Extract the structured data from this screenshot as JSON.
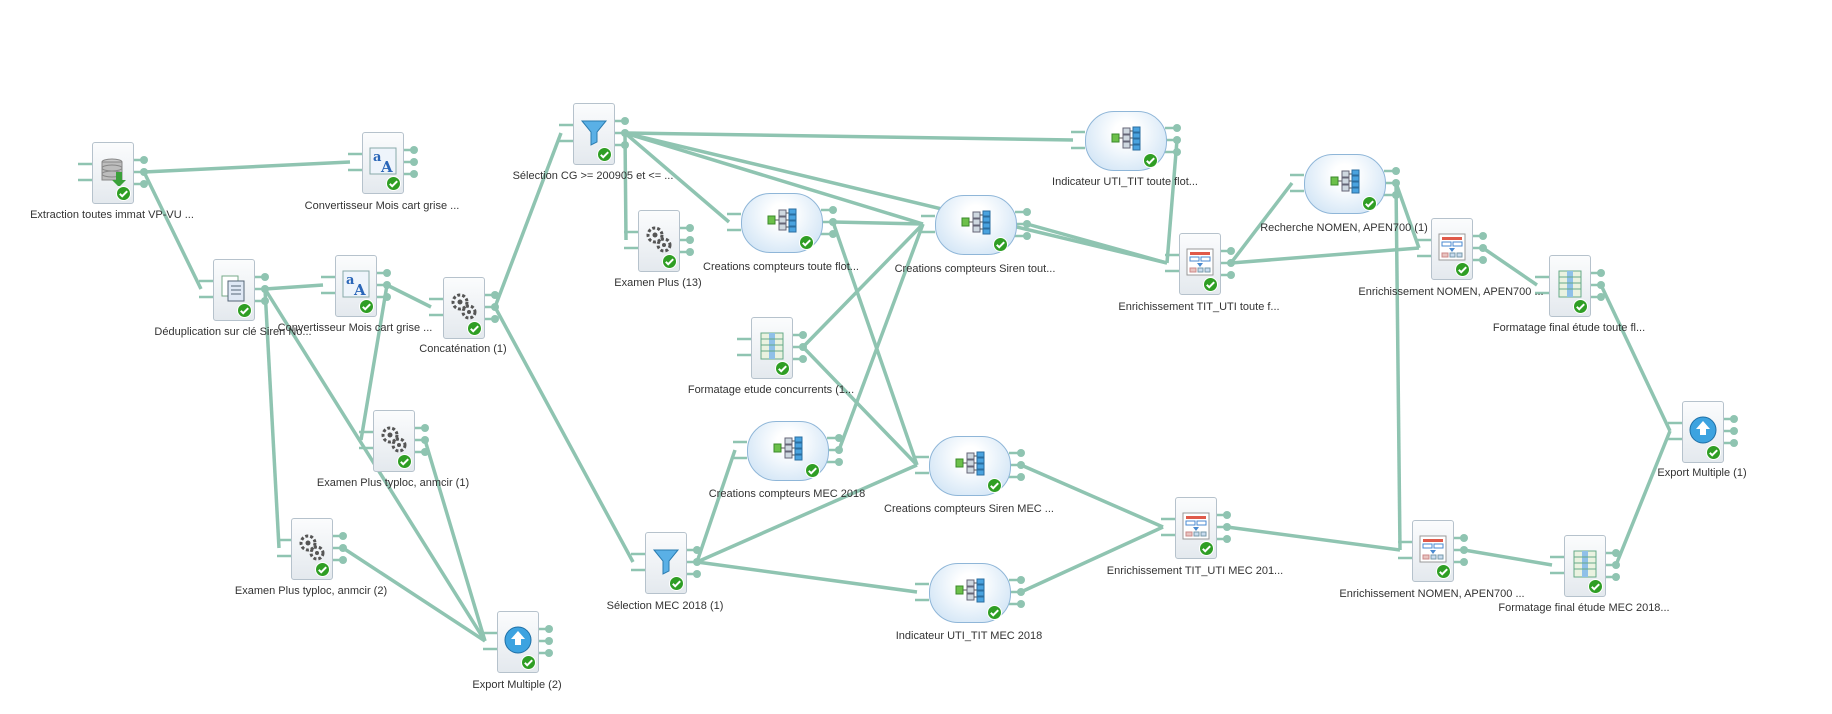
{
  "canvas": {
    "link_color": "#8fc4b1",
    "check_color": "#2f9e24"
  },
  "nodes": [
    {
      "id": "extraction",
      "label": "Extraction toutes immat VP-VU ...",
      "shape": "rect",
      "icon": "database-icon"
    },
    {
      "id": "conv1",
      "label": "Convertisseur Mois cart grise ...",
      "shape": "rect",
      "icon": "text-convert-icon"
    },
    {
      "id": "dedup",
      "label": "Déduplication sur clé Siren No...",
      "shape": "rect",
      "icon": "documents-icon"
    },
    {
      "id": "conv2",
      "label": "Convertisseur Mois cart grise ...",
      "shape": "rect",
      "icon": "text-convert-icon"
    },
    {
      "id": "concat",
      "label": "Concaténation (1)",
      "shape": "rect",
      "icon": "gears-icon"
    },
    {
      "id": "exam_typ1",
      "label": "Examen Plus typloc, anmcir (1)",
      "shape": "rect",
      "icon": "gears-icon"
    },
    {
      "id": "exam_typ2",
      "label": "Examen Plus typloc, anmcir (2)",
      "shape": "rect",
      "icon": "gears-icon"
    },
    {
      "id": "export2",
      "label": "Export Multiple (2)",
      "shape": "rect",
      "icon": "export-icon"
    },
    {
      "id": "sel_cg",
      "label": "Sélection CG >= 200905  et <= ...",
      "shape": "rect",
      "icon": "funnel-icon"
    },
    {
      "id": "exam13",
      "label": "Examen Plus (13)",
      "shape": "rect",
      "icon": "gears-icon"
    },
    {
      "id": "cc_flot",
      "label": "Creations compteurs toute flot...",
      "shape": "pill",
      "icon": "hierarchy-icon"
    },
    {
      "id": "fmt_conc",
      "label": "Formatage etude concurrents (1...",
      "shape": "rect",
      "icon": "table-icon"
    },
    {
      "id": "cc_siren_tout",
      "label": "Creations compteurs Siren tout...",
      "shape": "pill",
      "icon": "hierarchy-icon"
    },
    {
      "id": "ind_flot",
      "label": "Indicateur UTI_TIT toute flot...",
      "shape": "pill",
      "icon": "hierarchy-icon"
    },
    {
      "id": "sel_mec",
      "label": "Sélection MEC 2018 (1)",
      "shape": "rect",
      "icon": "funnel-icon"
    },
    {
      "id": "cc_mec",
      "label": "Creations compteurs MEC 2018",
      "shape": "pill",
      "icon": "hierarchy-icon"
    },
    {
      "id": "cc_siren_mec",
      "label": "Creations compteurs Siren MEC ...",
      "shape": "pill",
      "icon": "hierarchy-icon"
    },
    {
      "id": "ind_mec",
      "label": "Indicateur UTI_TIT MEC 2018",
      "shape": "pill",
      "icon": "hierarchy-icon"
    },
    {
      "id": "enr_flot",
      "label": "Enrichissement TIT_UTI toute f...",
      "shape": "rect",
      "icon": "form-icon"
    },
    {
      "id": "enr_mec",
      "label": "Enrichissement TIT_UTI MEC 201...",
      "shape": "rect",
      "icon": "form-icon"
    },
    {
      "id": "rech_nomen",
      "label": "Recherche NOMEN, APEN700 (1)",
      "shape": "pill",
      "icon": "hierarchy-icon"
    },
    {
      "id": "enr_nomen1",
      "label": "Enrichissement NOMEN, APEN700 ...",
      "shape": "rect",
      "icon": "form-icon"
    },
    {
      "id": "enr_nomen2",
      "label": "Enrichissement NOMEN, APEN700 ...",
      "shape": "rect",
      "icon": "form-icon"
    },
    {
      "id": "fmt_final1",
      "label": "Formatage final étude toute fl...",
      "shape": "rect",
      "icon": "table-icon"
    },
    {
      "id": "fmt_final2",
      "label": "Formatage final étude MEC 2018...",
      "shape": "rect",
      "icon": "table-icon"
    },
    {
      "id": "export1",
      "label": "Export Multiple (1)",
      "shape": "rect",
      "icon": "export-icon"
    }
  ],
  "links": [
    [
      "extraction",
      "conv1"
    ],
    [
      "extraction",
      "dedup"
    ],
    [
      "dedup",
      "conv2"
    ],
    [
      "dedup",
      "exam_typ2"
    ],
    [
      "dedup",
      "export2"
    ],
    [
      "conv2",
      "concat"
    ],
    [
      "conv2",
      "exam_typ1"
    ],
    [
      "exam_typ1",
      "export2"
    ],
    [
      "exam_typ2",
      "export2"
    ],
    [
      "concat",
      "sel_cg"
    ],
    [
      "concat",
      "sel_mec"
    ],
    [
      "sel_cg",
      "exam13"
    ],
    [
      "sel_cg",
      "cc_flot"
    ],
    [
      "sel_cg",
      "cc_siren_tout"
    ],
    [
      "sel_cg",
      "ind_flot"
    ],
    [
      "sel_cg",
      "enr_flot"
    ],
    [
      "cc_flot",
      "cc_siren_tout"
    ],
    [
      "cc_flot",
      "cc_siren_mec"
    ],
    [
      "fmt_conc",
      "cc_siren_tout"
    ],
    [
      "fmt_conc",
      "cc_siren_mec"
    ],
    [
      "ind_flot",
      "enr_flot"
    ],
    [
      "cc_siren_tout",
      "enr_flot"
    ],
    [
      "sel_mec",
      "cc_mec"
    ],
    [
      "sel_mec",
      "cc_siren_mec"
    ],
    [
      "sel_mec",
      "ind_mec"
    ],
    [
      "cc_mec",
      "cc_siren_tout"
    ],
    [
      "cc_siren_mec",
      "enr_mec"
    ],
    [
      "ind_mec",
      "enr_mec"
    ],
    [
      "enr_flot",
      "rech_nomen"
    ],
    [
      "enr_flot",
      "enr_nomen1"
    ],
    [
      "enr_mec",
      "enr_nomen2"
    ],
    [
      "rech_nomen",
      "enr_nomen1"
    ],
    [
      "rech_nomen",
      "enr_nomen2"
    ],
    [
      "enr_nomen1",
      "fmt_final1"
    ],
    [
      "enr_nomen2",
      "fmt_final2"
    ],
    [
      "fmt_final1",
      "export1"
    ],
    [
      "fmt_final2",
      "export1"
    ]
  ]
}
